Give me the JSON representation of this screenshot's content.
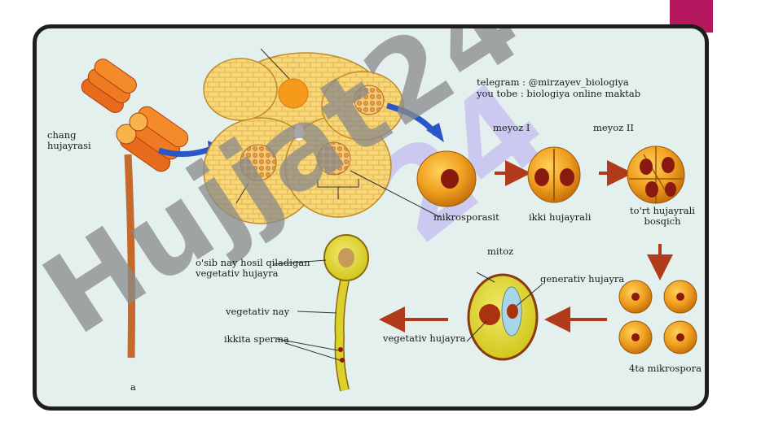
{
  "watermark": {
    "text": "Hujjat24"
  },
  "credits": {
    "telegram": "telegram : @mirzayev_biologiya",
    "youtube": "you tobe : biologiya online maktab"
  },
  "labels": {
    "chang_hujayrasi": "chang hujayrasi",
    "a": "a",
    "meyoz1": "meyoz I",
    "meyoz2": "meyoz II",
    "mikrosporasit": "mikrosporasit",
    "ikki_hujayrali": "ikki hujayrali",
    "tort_hujayrali": "to'rt hujayrali bosqich",
    "mitoz": "mitoz",
    "generativ": "generativ hujayra",
    "vegetativ_hujayra": "vegetativ hujayra",
    "tta_mikrospora": "4ta mikrospora",
    "osib_nay": "o'sib nay hosil qiladigan vegetativ hujayra",
    "vegetativ_nay": "vegetativ nay",
    "ikkita_sperma": "ikkita sperma"
  },
  "colors": {
    "accent": "#b5175e",
    "frame_border": "#1e1e1e",
    "background": "#e3f0ee",
    "arrow_red": "#b03a1a",
    "arrow_blue": "#2a56c8",
    "cell_orange": "#e8940e",
    "nucleus": "#8a1a10",
    "tube_yellow": "#d8d01a",
    "anther_tissue": "#f6d36a",
    "watermark_gray": "#8a8a8a",
    "watermark_purple": "#c9c3f2"
  }
}
